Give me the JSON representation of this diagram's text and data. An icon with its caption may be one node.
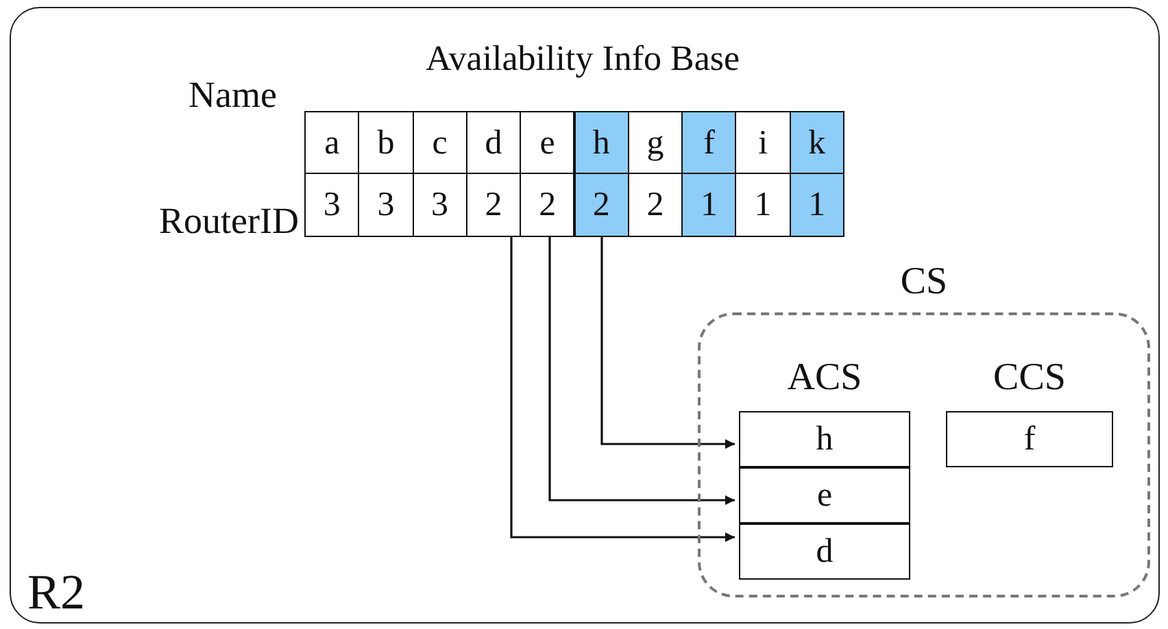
{
  "diagram": {
    "nodes": [
      {
        "text": [
          "R2"
        ]
      },
      {
        "text": [
          "a"
        ],
        "in": 0
      },
      {
        "text": [
          "b"
        ],
        "in": 0
      },
      {
        "text": [
          "c"
        ],
        "in": 0
      },
      {
        "text": [
          "d"
        ],
        "in": 0
      },
      {
        "text": [
          "e"
        ],
        "in": 0
      },
      {
        "text": [
          "h"
        ],
        "in": 0
      },
      {
        "text": [
          "g"
        ],
        "in": 0
      },
      {
        "text": [
          "f"
        ],
        "in": 0
      },
      {
        "text": [
          "i"
        ],
        "in": 0
      },
      {
        "text": [
          "k"
        ],
        "in": 0
      },
      {
        "text": [
          "3"
        ],
        "in": 0
      },
      {
        "text": [
          "3"
        ],
        "in": 0
      },
      {
        "text": [
          "3"
        ],
        "in": 0
      },
      {
        "text": [
          "2"
        ],
        "in": 0
      },
      {
        "text": [
          "2"
        ],
        "in": 0
      },
      {
        "text": [
          "2"
        ],
        "in": 0
      },
      {
        "text": [
          "2"
        ],
        "in": 0
      },
      {
        "text": [
          "1"
        ],
        "in": 0
      },
      {
        "text": [
          "1"
        ],
        "in": 0
      },
      {
        "text": [
          "1"
        ],
        "in": 0
      },
      {
        "text": [
          "CS"
        ],
        "in": 0
      },
      {
        "text": [
          "ACS"
        ],
        "in": 21
      },
      {
        "text": [
          "h"
        ],
        "in": 22
      },
      {
        "text": [
          "e"
        ],
        "in": 22
      },
      {
        "text": [
          "d"
        ],
        "in": 22
      },
      {
        "text": [
          "CCS"
        ],
        "in": 21
      },
      {
        "text": [
          "f"
        ],
        "in": 26
      }
    ],
    "edges": [
      {
        "from": 16,
        "to": 23,
        "arrow": "to"
      },
      {
        "from": 15,
        "to": 24,
        "arrow": "to"
      },
      {
        "from": 14,
        "to": 25,
        "arrow": "to"
      }
    ],
    "labels": [
      "Availability Info Base",
      "Name",
      "RouterID"
    ]
  }
}
